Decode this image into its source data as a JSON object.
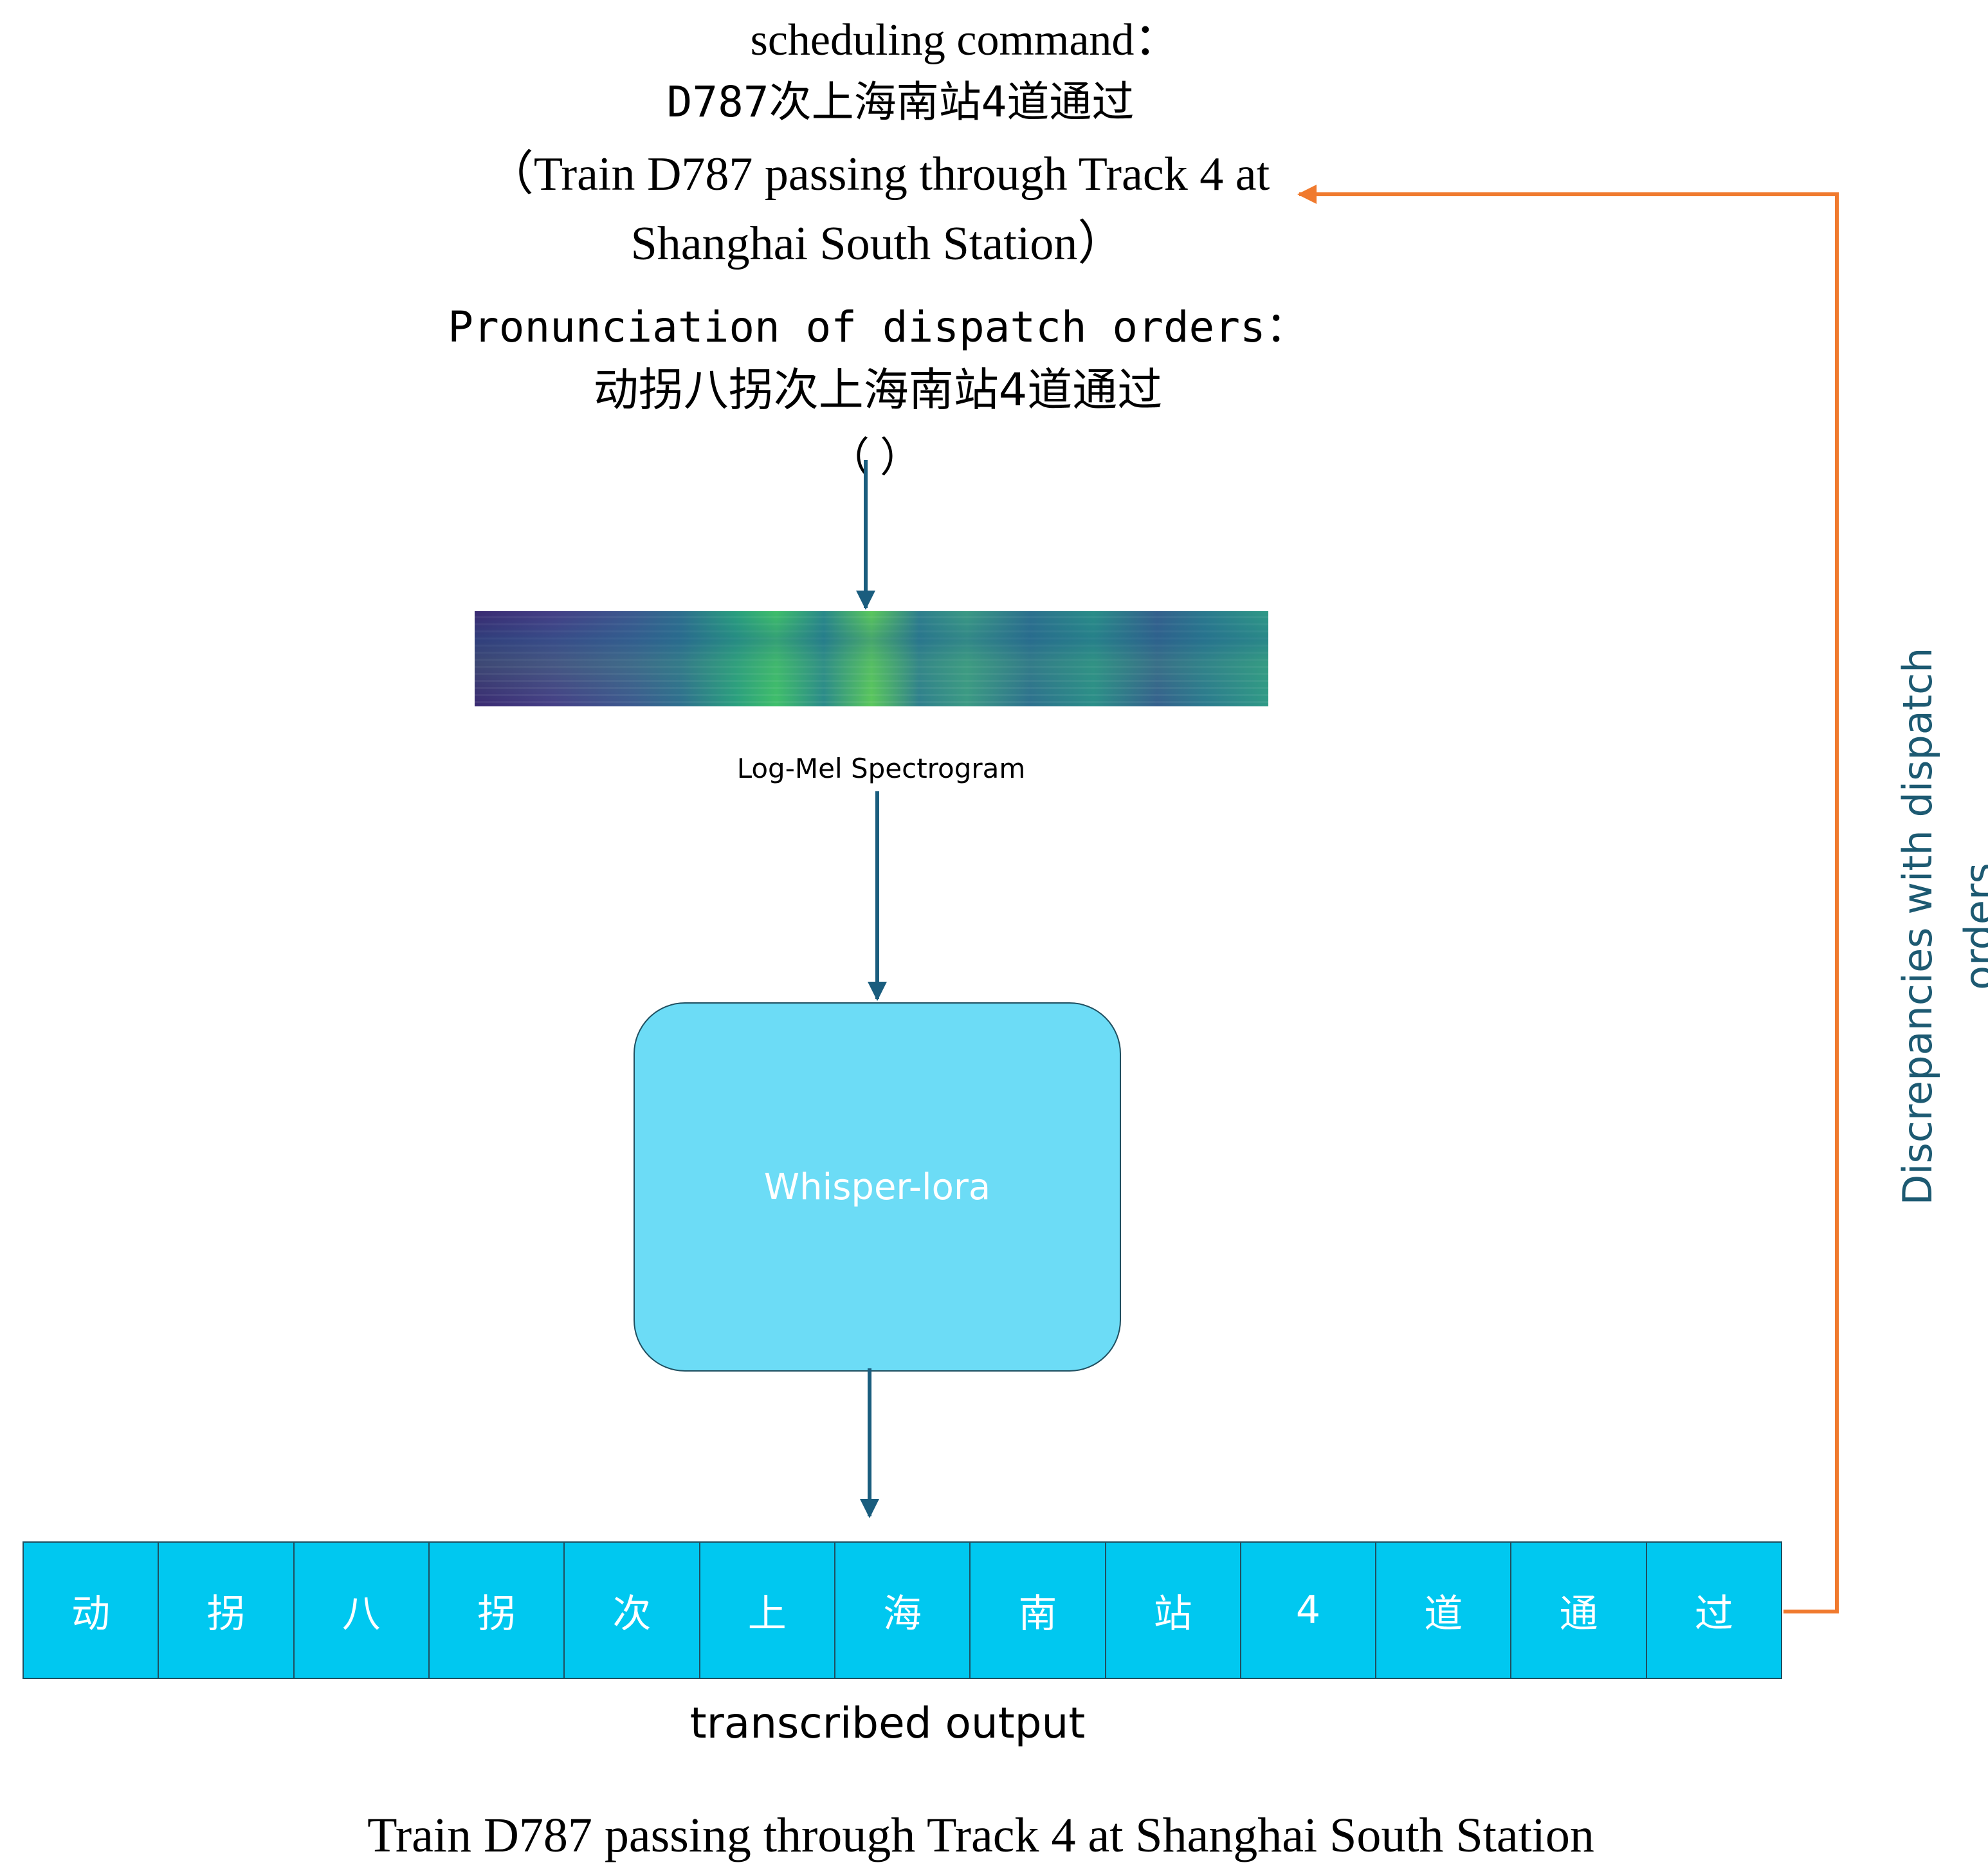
{
  "header": {
    "command_label": "scheduling command：",
    "command_zh": "D787次上海南站4道通过",
    "command_en_line1": "（Train D787 passing through Track 4 at",
    "command_en_line2": "Shanghai South Station）",
    "pronunciation_label": "Pronunciation of dispatch orders：",
    "pronunciation_zh": "动拐八拐次上海南站4道通过",
    "pronunciation_paren": "（ ）"
  },
  "spectrogram": {
    "label": "Log-Mel Spectrogram"
  },
  "model": {
    "label": "Whisper-lora",
    "fill_color": "#6cdcf6"
  },
  "tokens": [
    "动",
    "拐",
    "八",
    "拐",
    "次",
    "上",
    "海",
    "南",
    "站",
    "4",
    "道",
    "通",
    "过"
  ],
  "token_fill_color": "#00c8f0",
  "output_label": "transcribed output",
  "feedback": {
    "label_line1": "Discrepancies with dispatch",
    "label_line2": "orders",
    "arrow_color": "#f07a2e"
  },
  "arrow_color": "#1a5d7e",
  "bottom_caption": "Train D787 passing through Track 4 at Shanghai South Station"
}
